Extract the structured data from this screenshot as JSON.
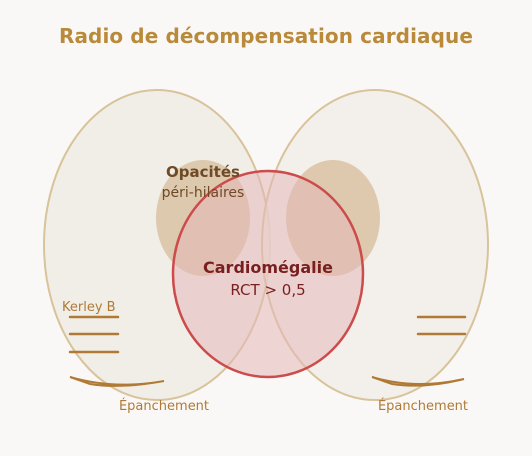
{
  "title": "Radio de décompensation cardiaque",
  "labels": {
    "opacites_line1": "Opacités",
    "opacites_line2": "péri-hilaires",
    "cardiomegalie": "Cardiomégalie",
    "rct": "RCT > 0,5",
    "kerley": "Kerley B",
    "epanchement_left": "Épanchement",
    "epanchement_right": "Épanchement"
  },
  "colors": {
    "title": "#b98a3a",
    "lung_stroke": "#d8c39b",
    "lung_fill": "#f0ece7",
    "opacity_fill": "#d9c2a3",
    "heart_stroke": "#cc4b4b",
    "heart_fill": "#e9c6c6",
    "kerley_lines": "#b07a36",
    "effusion": "#b07a36"
  }
}
